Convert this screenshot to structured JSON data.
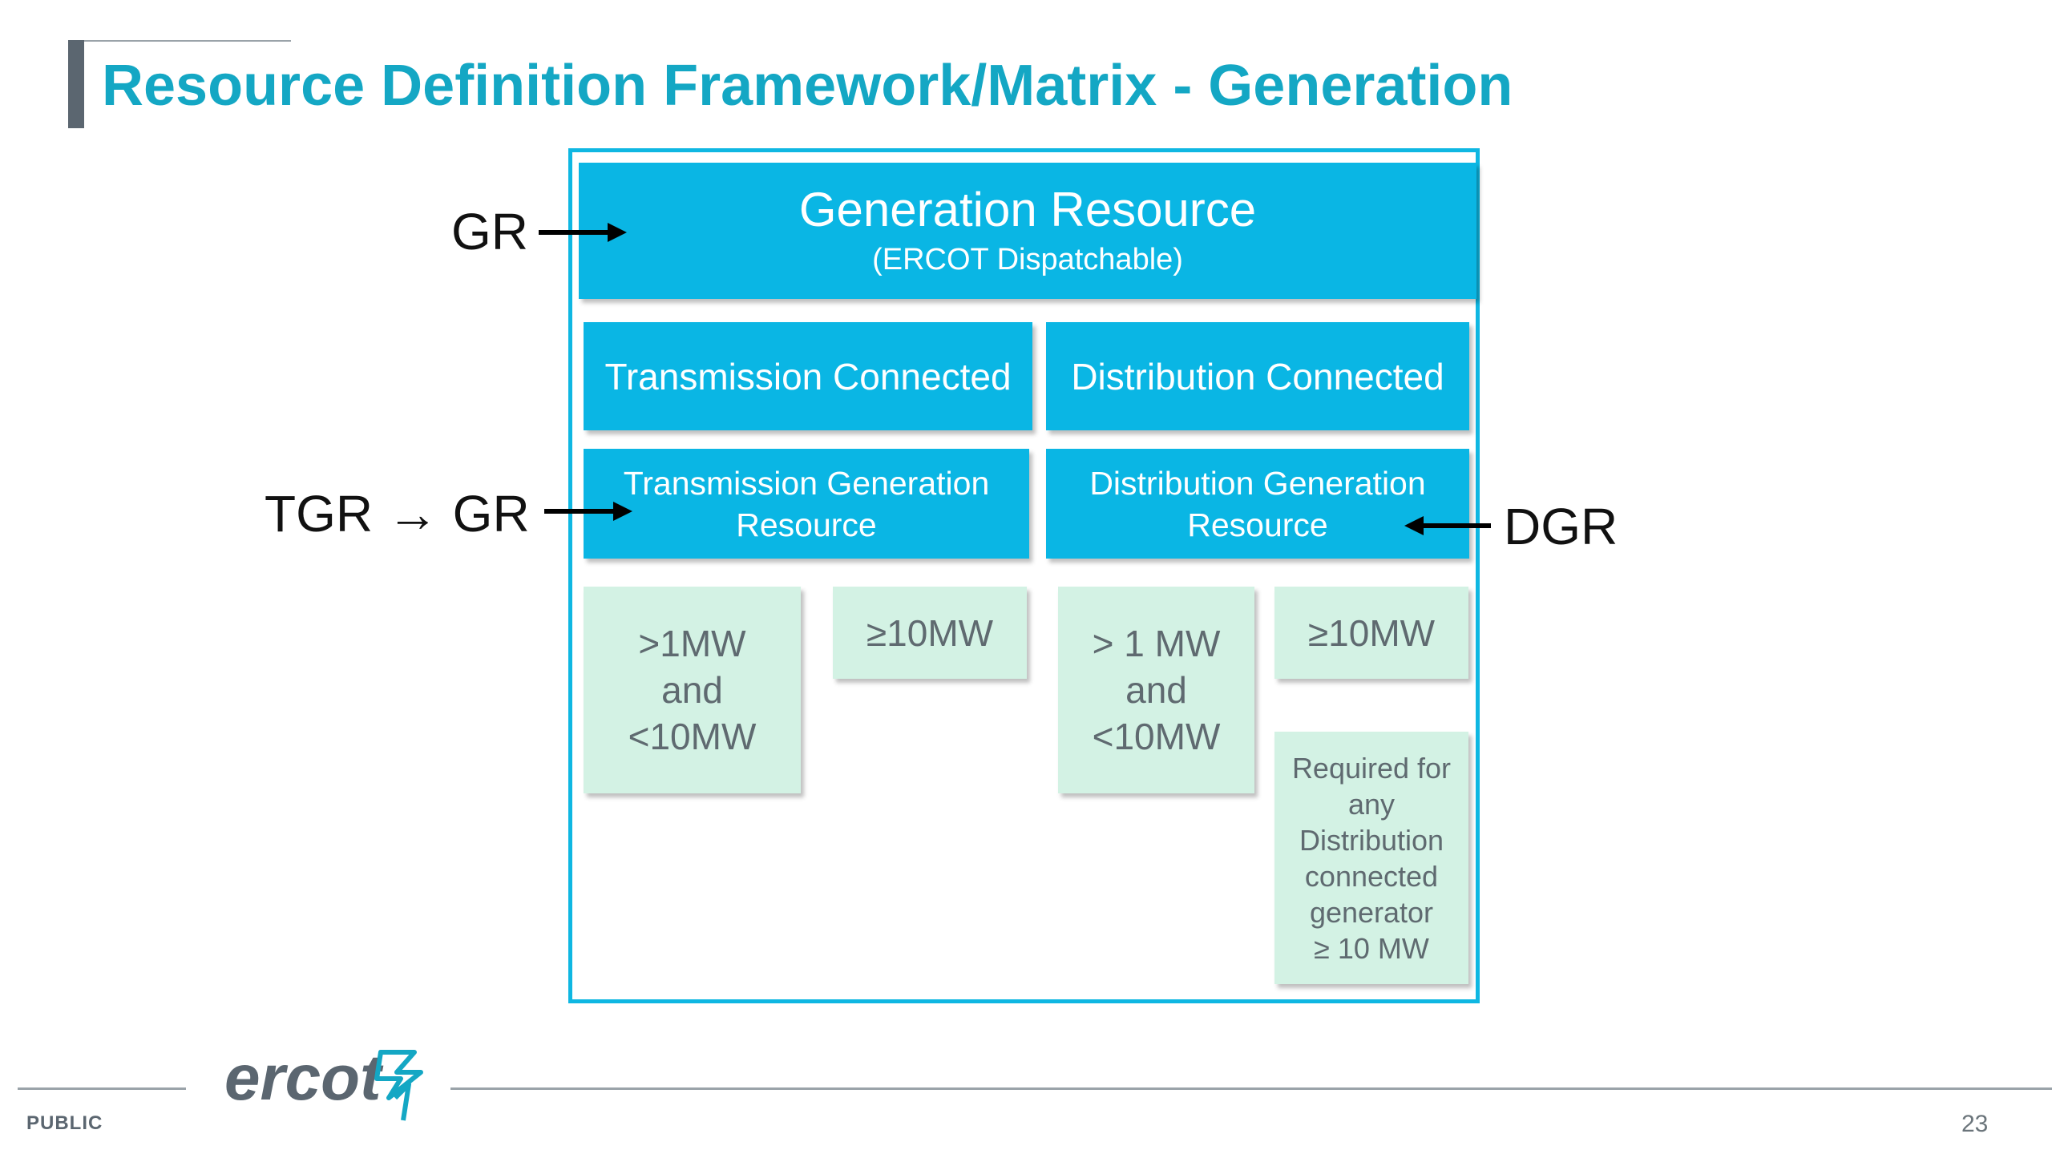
{
  "title": "Resource Definition Framework/Matrix - Generation",
  "diagram": {
    "generation_resource": {
      "title": "Generation Resource",
      "subtitle": "(ERCOT Dispatchable)"
    },
    "transmission_connected": "Transmission Connected",
    "distribution_connected": "Distribution Connected",
    "transmission_generation_resource": [
      "Transmission Generation",
      "Resource"
    ],
    "distribution_generation_resource": [
      "Distribution Generation",
      "Resource"
    ],
    "tgr_small": [
      ">1MW",
      "and",
      "<10MW"
    ],
    "tgr_large": "≥10MW",
    "dgr_small": [
      "> 1 MW",
      "and",
      "<10MW"
    ],
    "dgr_large": "≥10MW",
    "dgr_required": [
      "Required for",
      "any",
      "Distribution",
      "connected",
      "generator",
      "≥ 10 MW"
    ]
  },
  "side_labels": {
    "gr": "GR",
    "tgr": "TGR → GR",
    "dgr": "DGR"
  },
  "footer": {
    "classification": "PUBLIC",
    "logo": "ercot",
    "page_number": "23"
  },
  "colors": {
    "title": "#14a7c4",
    "box_blue": "#0ab6e4",
    "box_green": "#d3f2e4",
    "frame": "#0fb7e2"
  }
}
